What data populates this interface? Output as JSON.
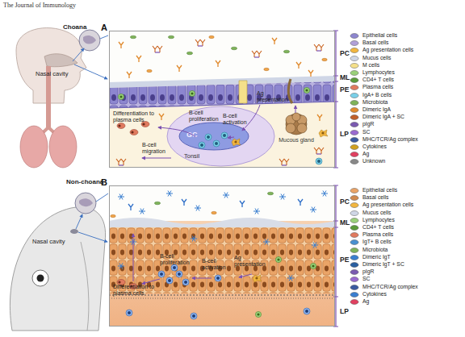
{
  "diagram": {
    "nodes": [
      {
        "text": [
          "A"
        ]
      },
      {
        "text": [
          "Tonsil"
        ],
        "in": 0
      },
      {
        "text": [
          "GC"
        ],
        "in": 1
      },
      {
        "text": [
          "Mucous gland"
        ],
        "in": 0
      },
      {
        "text": [
          "B"
        ]
      }
    ],
    "labels": [
      "The Journal of Immunology",
      "Choana",
      "Nasal cavity",
      "PC",
      "ML",
      "PE",
      "LP",
      "Differentiation to plasma cells",
      "B-cell proliferation",
      "B-cell activation",
      "Ag presentation",
      "B-cell migration",
      "Non-choana",
      "Nasal cavity",
      "PC",
      "ML",
      "PE",
      "LP",
      "Differentiation to plasma cells",
      "B-cell proliferation",
      "B-cell activation",
      "Ag presentation"
    ],
    "legend": [
      {
        "text": "Epithelial cells"
      },
      {
        "text": "Basal cells"
      },
      {
        "text": "Ag presentation cells"
      },
      {
        "text": "Mucus cells"
      },
      {
        "text": "M cells"
      },
      {
        "text": "Lymphocytes"
      },
      {
        "text": "CD4+ T cells"
      },
      {
        "text": "Plasma cells"
      },
      {
        "text": "IgA+ B cells"
      },
      {
        "text": "Microbiota"
      },
      {
        "text": "Dimeric IgA"
      },
      {
        "text": "Dimeric IgA + SC"
      },
      {
        "text": "pIgR"
      },
      {
        "text": "SC"
      },
      {
        "text": "MHC/TCR/Ag complex"
      },
      {
        "text": "Cytokines"
      },
      {
        "text": "Ag"
      },
      {
        "text": "Unknown"
      },
      {
        "text": "Epithelial cells"
      },
      {
        "text": "Basal cells"
      },
      {
        "text": "Ag presentation cells"
      },
      {
        "text": "Mucus cells"
      },
      {
        "text": "Lymphocytes"
      },
      {
        "text": "CD4+ T cells"
      },
      {
        "text": "Plasma cells"
      },
      {
        "text": "IgT+ B cells"
      },
      {
        "text": "Microbiota"
      },
      {
        "text": "Dimeric IgT"
      },
      {
        "text": "Dimeric IgT + SC"
      },
      {
        "text": "pIgR"
      },
      {
        "text": "SC"
      },
      {
        "text": "MHC/TCR/Ag complex"
      },
      {
        "text": "Cytokines"
      },
      {
        "text": "Ag"
      }
    ]
  }
}
